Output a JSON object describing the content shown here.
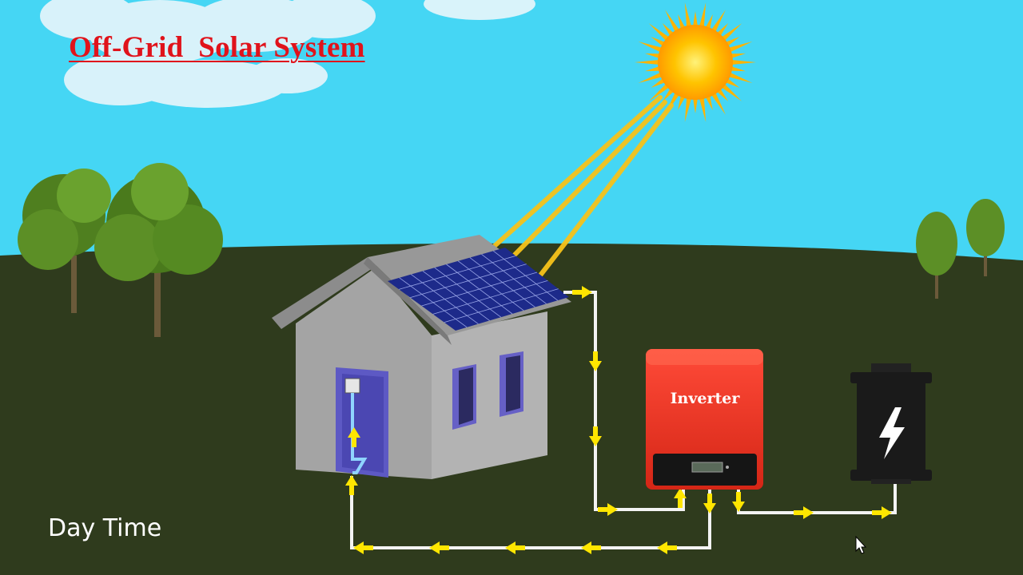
{
  "title": "Off-Grid  Solar System",
  "inverter_label": "Inverter",
  "caption": "Day Time",
  "colors": {
    "sky": "#45d6f4",
    "ground": "#2f3b1d",
    "title": "#e0131b",
    "wire": "#f3f3f3",
    "arrow": "#ffe600",
    "inverter": "#e8321f",
    "battery": "#1a1a1a",
    "panel": "#1d2a8a"
  },
  "icons": [
    "sun-icon",
    "solar-panel-icon",
    "house-icon",
    "meter-icon",
    "inverter-icon",
    "battery-icon",
    "lightning-bolt-icon",
    "tree-icon",
    "cursor-icon"
  ]
}
